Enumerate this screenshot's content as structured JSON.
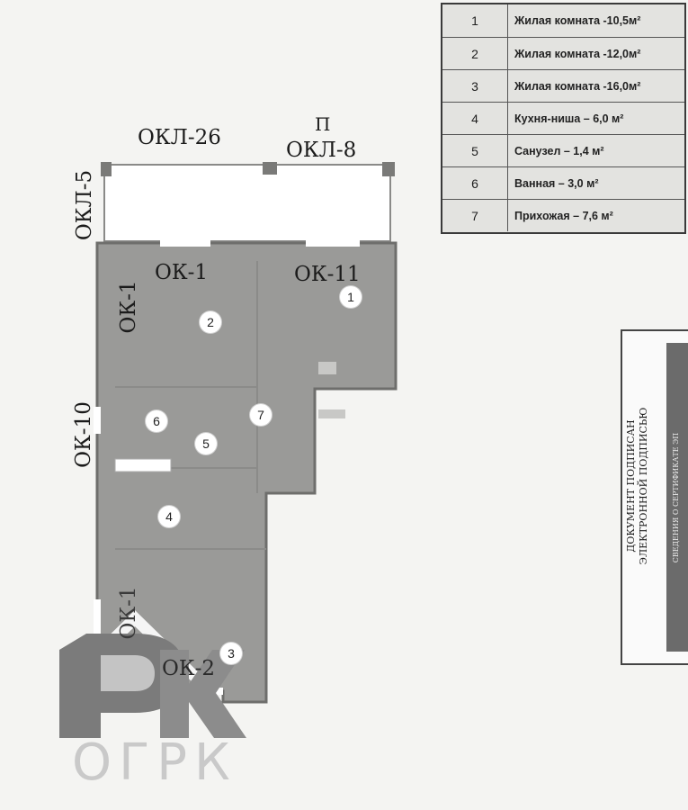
{
  "legend": {
    "rows": [
      {
        "num": "1",
        "text": "Жилая комната -10,5м²"
      },
      {
        "num": "2",
        "text": "Жилая комната -12,0м²"
      },
      {
        "num": "3",
        "text": "Жилая комната -16,0м²"
      },
      {
        "num": "4",
        "text": "Кухня-ниша – 6,0 м²"
      },
      {
        "num": "5",
        "text": "Санузел – 1,4 м²"
      },
      {
        "num": "6",
        "text": "Ванная – 3,0 м²"
      },
      {
        "num": "7",
        "text": "Прихожая – 7,6 м²"
      }
    ]
  },
  "walls": {
    "okl26": "ОКЛ-26",
    "p": "П",
    "okl8": "ОКЛ-8",
    "okl5": "ОКЛ-5",
    "ok1_top": "ОК-1",
    "ok11": "ОК-11",
    "ok1_left": "ОК-1",
    "ok10": "ОК-10",
    "ok1_bottom": "ОК-1",
    "ok2": "ОК-2"
  },
  "rooms": {
    "r1": "1",
    "r2": "2",
    "r3": "3",
    "r4": "4",
    "r5": "5",
    "r6": "6",
    "r7": "7"
  },
  "stamp": {
    "line1": "ДОКУМЕНТ ПОДПИСАН",
    "line2": "ЭЛЕКТРОННОЙ ПОДПИСЬЮ",
    "bar_text": "СВЕДЕНИЯ О СЕРТИФИКАТЕ ЭП"
  },
  "logo": {
    "text": "ОГРК"
  },
  "colors": {
    "plan_fill": "#9a9a98",
    "plan_edge": "#6e6e6c",
    "balcony_fill": "#ffffff",
    "legend_bg": "#e3e3e0",
    "logo_gray": "#c9c9c9"
  }
}
